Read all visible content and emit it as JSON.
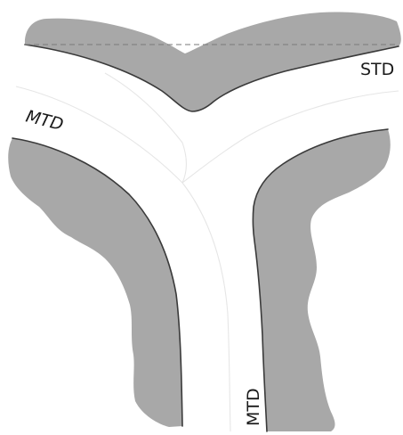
{
  "labels": {
    "std": "STD",
    "mtd": "MTD",
    "mtd_vertical": "MTD"
  },
  "colors": {
    "region_fill": "#a8a8a8",
    "boundary_stroke": "#3a3a3a",
    "label_color": "#1a1a1a"
  }
}
